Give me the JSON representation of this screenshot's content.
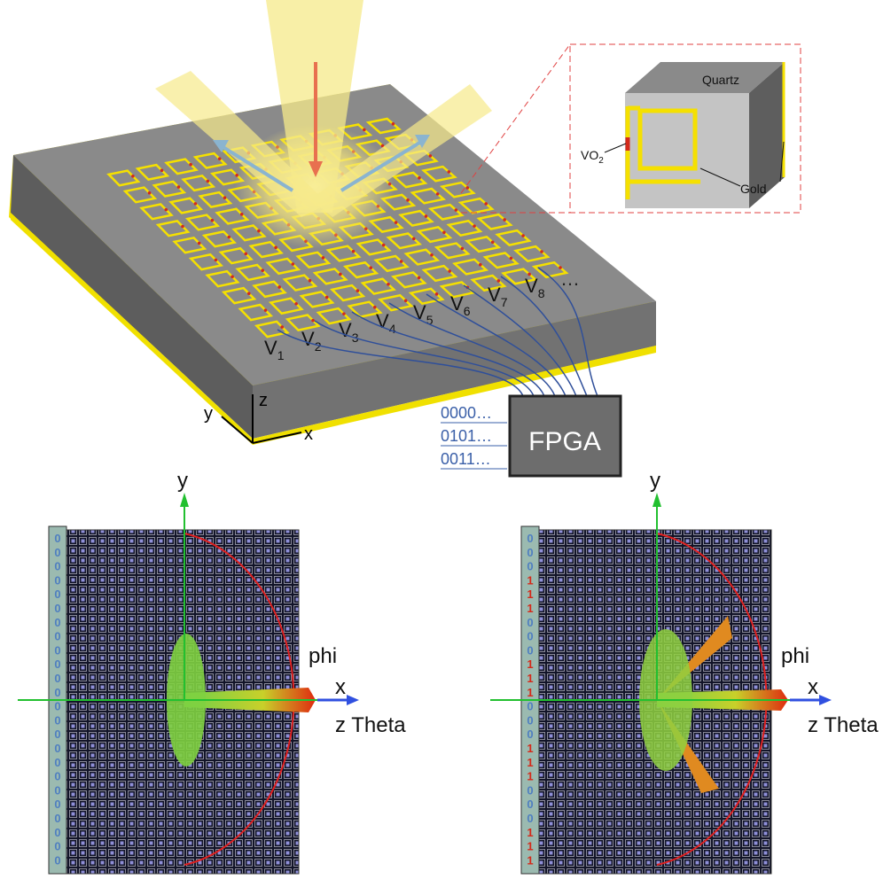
{
  "top": {
    "voltages": [
      {
        "main": "V",
        "sub": "1"
      },
      {
        "main": "V",
        "sub": "2"
      },
      {
        "main": "V",
        "sub": "3"
      },
      {
        "main": "V",
        "sub": "4"
      },
      {
        "main": "V",
        "sub": "5"
      },
      {
        "main": "V",
        "sub": "6"
      },
      {
        "main": "V",
        "sub": "7"
      },
      {
        "main": "V",
        "sub": "8"
      }
    ],
    "ellipsis": "…",
    "axes": {
      "z": "z",
      "y": "y",
      "x": "x"
    },
    "codes": [
      "0000…",
      "0101…",
      "0011…"
    ],
    "fpga_label": "FPGA",
    "inset": {
      "quartz": "Quartz",
      "vo2_main": "VO",
      "vo2_sub": "2",
      "gold": "Gold"
    }
  },
  "panels": [
    {
      "y_label": "y",
      "x_label": "x",
      "phi_label": "phi",
      "z_theta_label": "z Theta",
      "bits": [
        "0",
        "0",
        "0",
        "0",
        "0",
        "0",
        "0",
        "0",
        "0",
        "0",
        "0",
        "0",
        "0",
        "0",
        "0",
        "0",
        "0",
        "0",
        "0",
        "0",
        "0",
        "0",
        "0",
        "0"
      ]
    },
    {
      "y_label": "y",
      "x_label": "x",
      "phi_label": "phi",
      "z_theta_label": "z Theta",
      "bits": [
        "0",
        "0",
        "0",
        "1",
        "1",
        "1",
        "0",
        "0",
        "0",
        "1",
        "1",
        "1",
        "0",
        "0",
        "0",
        "1",
        "1",
        "1",
        "0",
        "0",
        "0",
        "1",
        "1",
        "1"
      ]
    }
  ],
  "colors": {
    "bit0": "#4f7fc0",
    "bit1": "#d42a1a",
    "gold": "#f5e000",
    "slab": "#7d7d7d",
    "wire": "#2f4f9a"
  }
}
